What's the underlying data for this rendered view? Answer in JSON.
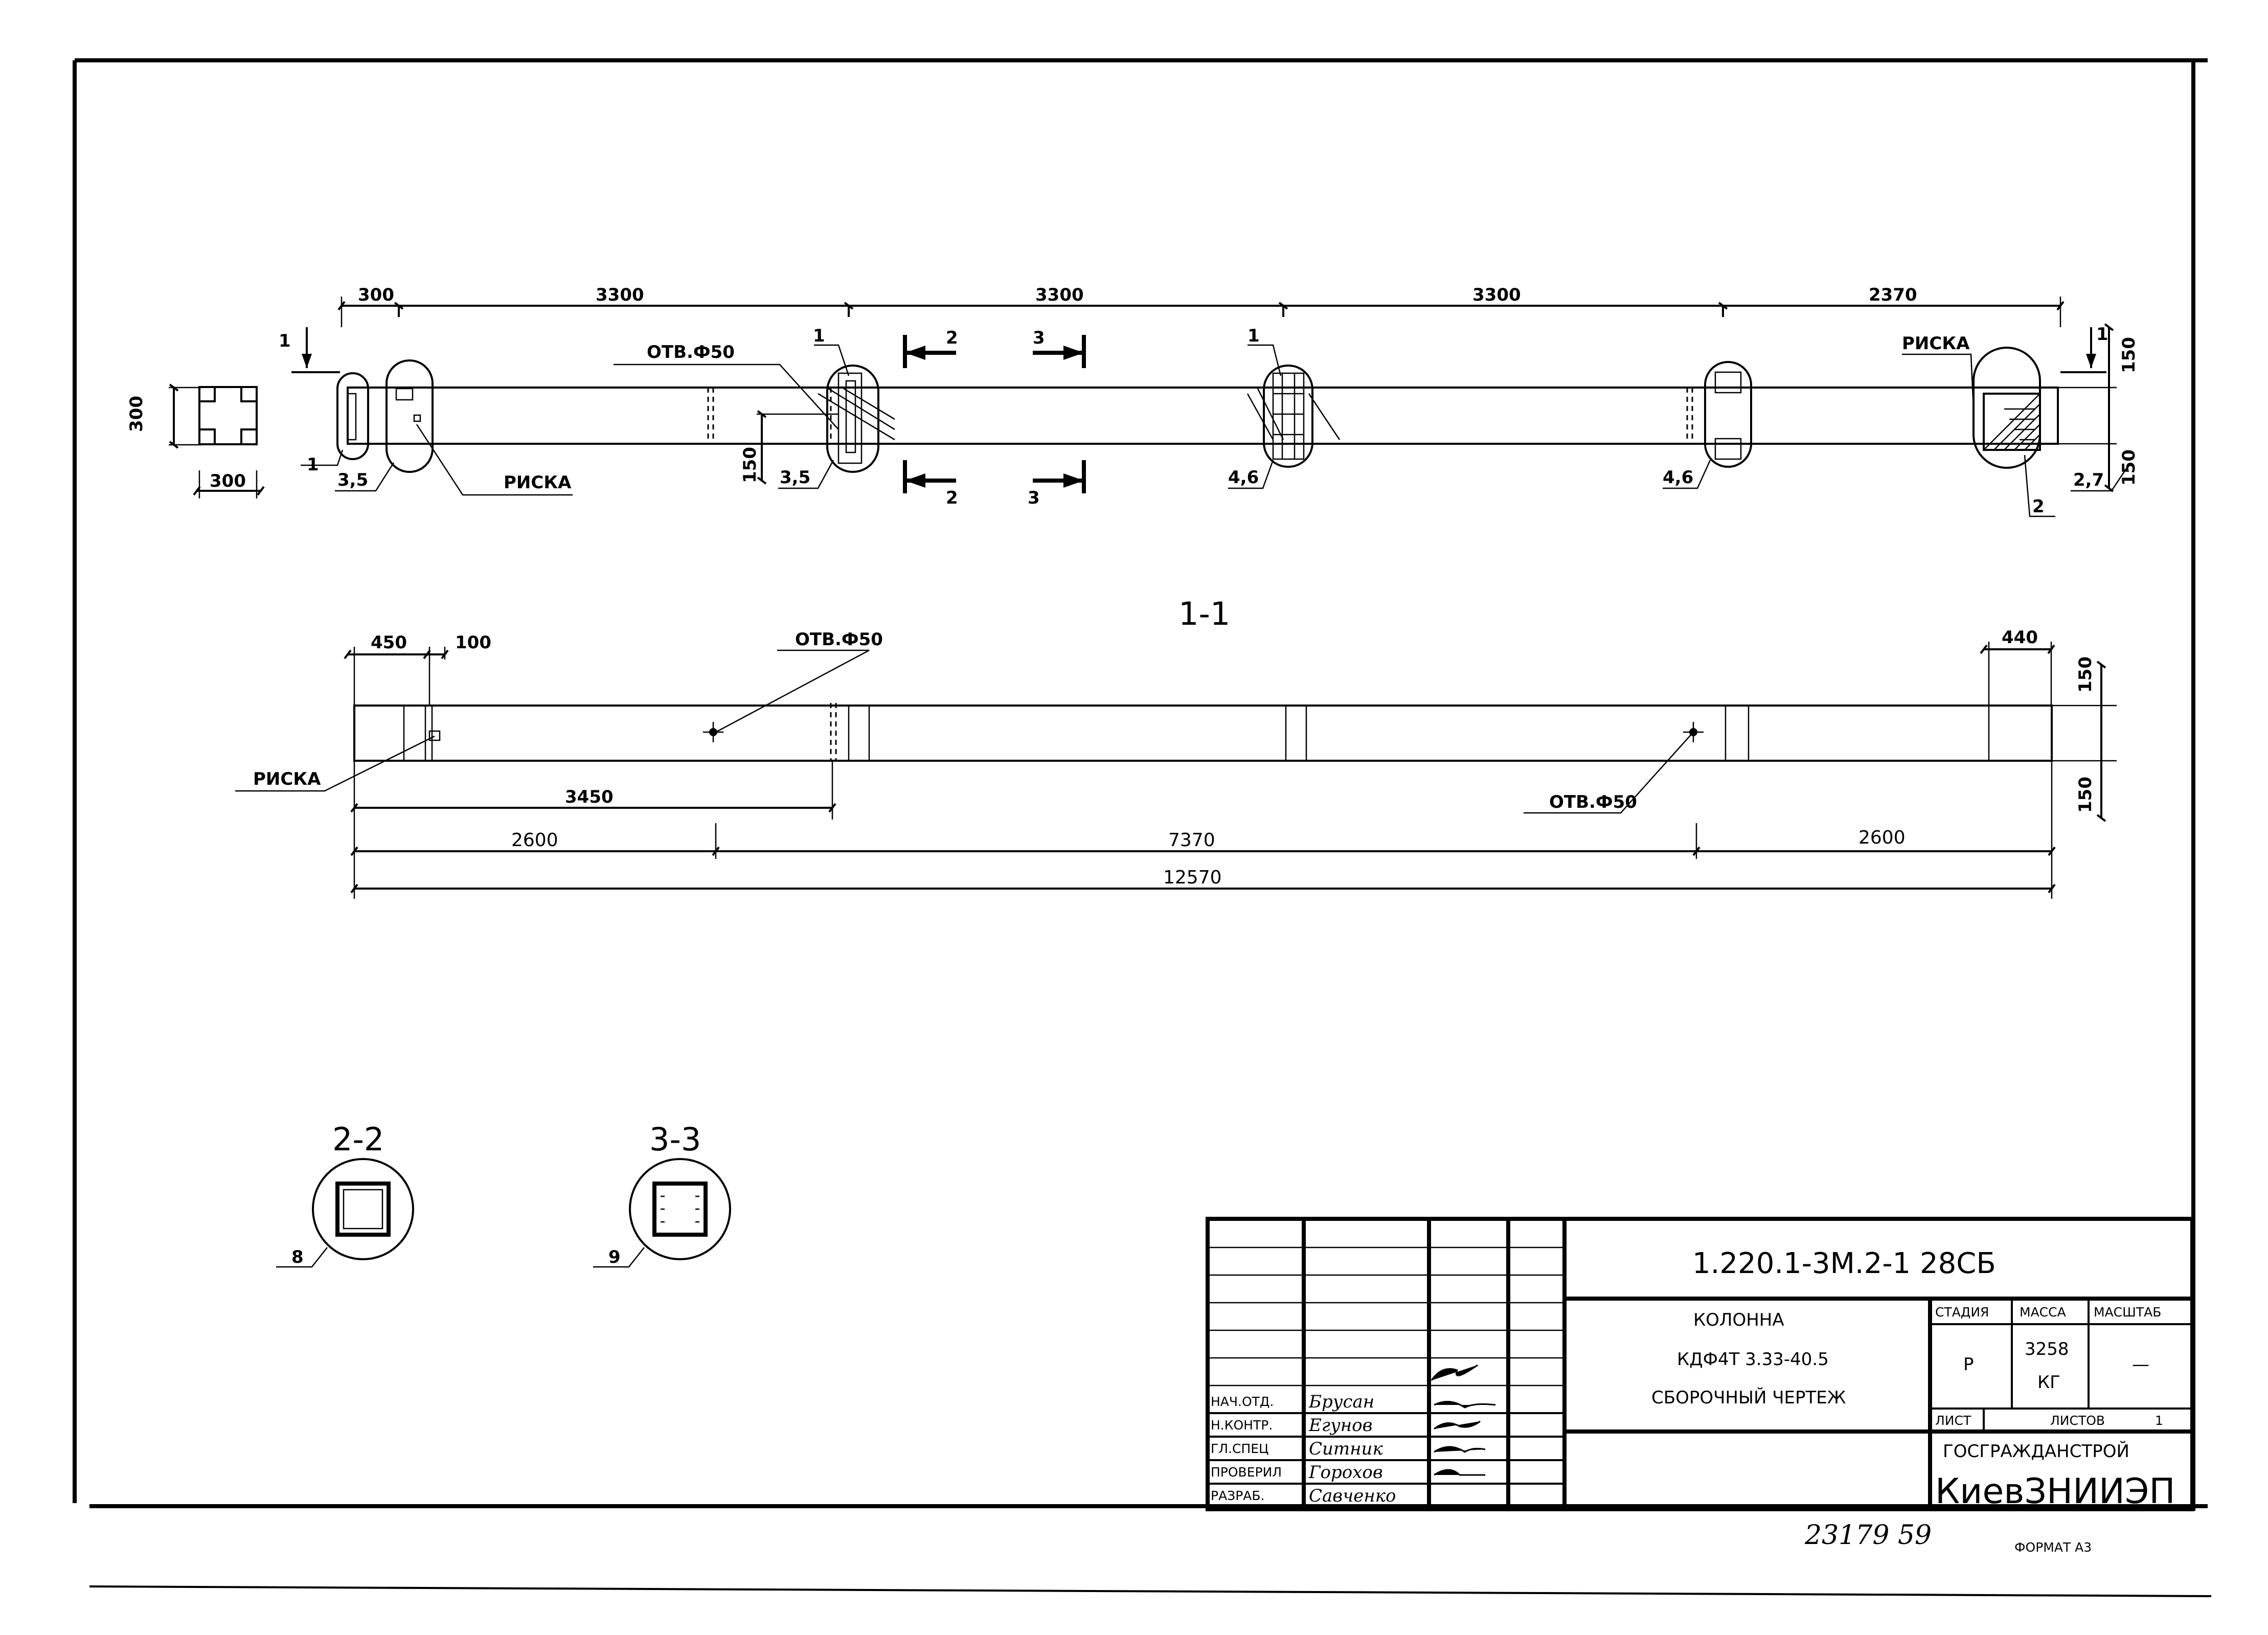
{
  "plan": {
    "dim_top": [
      "300",
      "3300",
      "3300",
      "3300",
      "2370"
    ],
    "dim_left_300": "300",
    "dim_bottom_300": "300",
    "dim_right_top": "150",
    "dim_right_bottom": "150",
    "dim_mid_150": "150",
    "hole_label": "ОТВ.Ф50",
    "mark_label_left": "РИСКА",
    "mark_label_right": "РИСКА",
    "cut1": "1",
    "cut2": "2",
    "cut3": "3",
    "callouts": [
      "1",
      "3,5",
      "3,5",
      "1",
      "1",
      "4,6",
      "4,6",
      "2,7",
      "2"
    ]
  },
  "section11": {
    "title": "1-1",
    "dim_450": "450",
    "dim_100": "100",
    "dim_440": "440",
    "dim_3450": "3450",
    "dim_2600_left": "2600",
    "dim_7370": "7370",
    "dim_2600_right": "2600",
    "dim_12570": "12570",
    "dim_150_top": "150",
    "dim_150_bottom": "150",
    "hole_label_left": "ОТВ.Ф50",
    "hole_label_right": "ОТВ.Ф50",
    "mark_label": "РИСКА"
  },
  "sections": [
    {
      "title": "2-2",
      "callout": "8"
    },
    {
      "title": "3-3",
      "callout": "9"
    }
  ],
  "title_block": {
    "doc_code": "1.220.1-3М.2-1 28СБ",
    "name_line1": "КОЛОННА",
    "name_line2": "КДФ4Т 3.33-40.5",
    "name_line3": "СБОРОЧНЫЙ ЧЕРТЕЖ",
    "stage_header": "СТАДИЯ",
    "mass_header": "МАССА",
    "scale_header": "МАСШТАБ",
    "stage": "Р",
    "mass_value": "3258",
    "mass_unit": "КГ",
    "scale": "—",
    "sheet_label": "ЛИСТ",
    "sheets_label": "ЛИСТОВ",
    "sheets_value": "1",
    "org1": "ГОСГРАЖДАНСТРОЙ",
    "org2": "КиевЗНИИЭП",
    "roles": [
      {
        "role": "НАЧ.ОТД.",
        "name": "Брусан"
      },
      {
        "role": "Н.КОНТР.",
        "name": "Егунов"
      },
      {
        "role": "ГЛ.СПЕЦ",
        "name": "Ситник"
      },
      {
        "role": "ПРОВЕРИЛ",
        "name": "Горохов"
      },
      {
        "role": "РАЗРАБ.",
        "name": "Савченко"
      }
    ]
  },
  "footer": {
    "number": "23179  59",
    "format": "ФОРМАТ А3"
  }
}
